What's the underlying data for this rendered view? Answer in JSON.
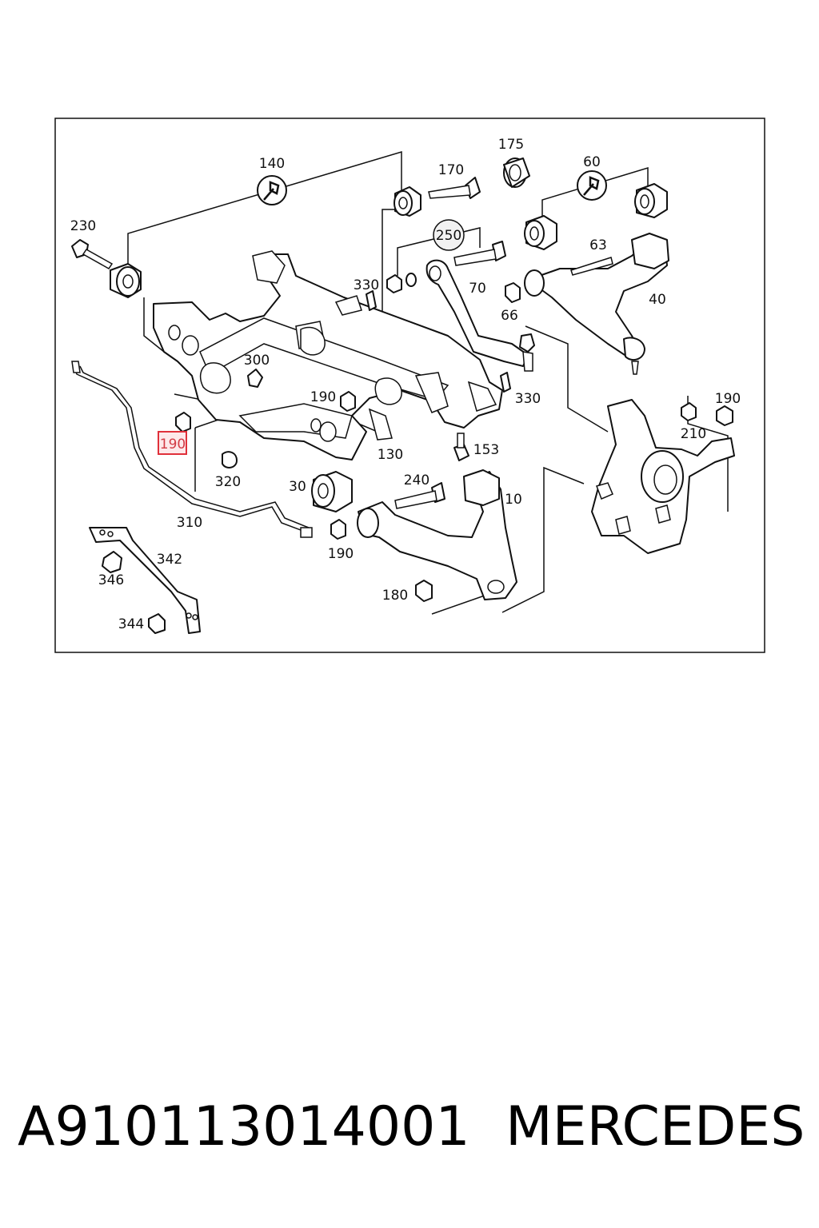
{
  "diagram": {
    "callouts": {
      "c140": "140",
      "c170": "170",
      "c175": "175",
      "c60": "60",
      "c230": "230",
      "c250": "250",
      "c63": "63",
      "c330a": "330",
      "c70": "70",
      "c66": "66",
      "c40": "40",
      "c300": "300",
      "c190a": "190",
      "c330b": "330",
      "c190b": "190",
      "c210": "210",
      "c190c": "190",
      "c153": "153",
      "c130": "130",
      "c320": "320",
      "c30": "30",
      "c240": "240",
      "c10": "10",
      "c310": "310",
      "c190d": "190",
      "c342": "342",
      "c346": "346",
      "c344": "344",
      "c180": "180"
    },
    "highlight_color": "#e0303a"
  },
  "footer": {
    "part_number": "A910113014001",
    "brand": "MERCEDES"
  }
}
